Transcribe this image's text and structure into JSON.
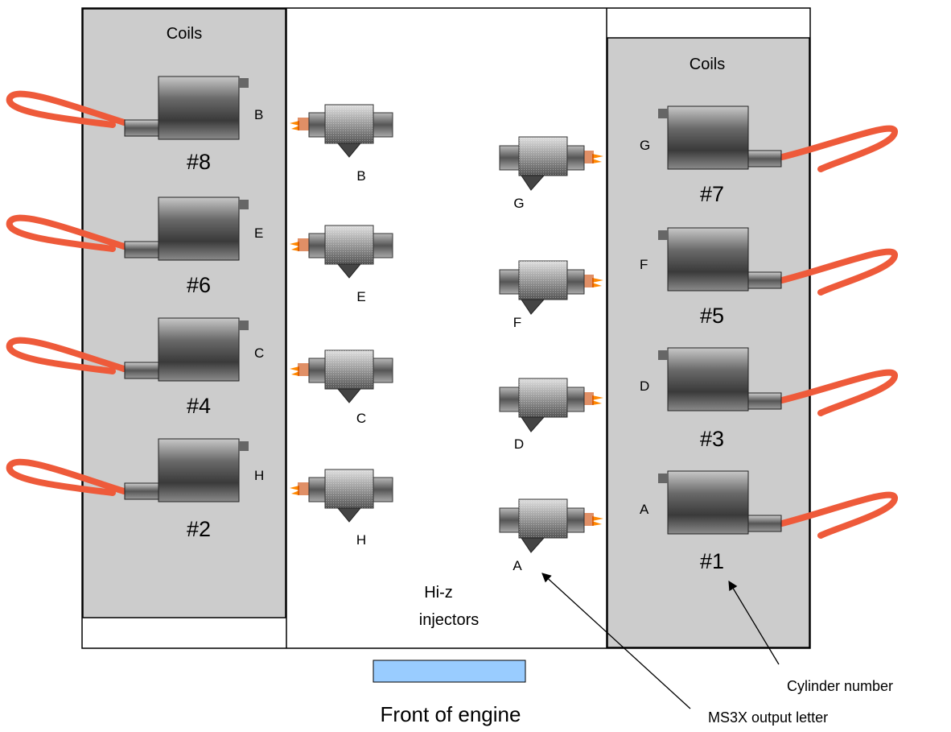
{
  "left_bank": {
    "title": "Coils",
    "coils": [
      {
        "cylinder": "#8",
        "output": "B"
      },
      {
        "cylinder": "#6",
        "output": "E"
      },
      {
        "cylinder": "#4",
        "output": "C"
      },
      {
        "cylinder": "#2",
        "output": "H"
      }
    ],
    "injectors": [
      "B",
      "E",
      "C",
      "H"
    ]
  },
  "right_bank": {
    "title": "Coils",
    "coils": [
      {
        "cylinder": "#7",
        "output": "G"
      },
      {
        "cylinder": "#5",
        "output": "F"
      },
      {
        "cylinder": "#3",
        "output": "D"
      },
      {
        "cylinder": "#1",
        "output": "A"
      }
    ],
    "injectors": [
      "G",
      "F",
      "D",
      "A"
    ]
  },
  "center_label_line1": "Hi-z",
  "center_label_line2": "injectors",
  "front_label": "Front of engine",
  "annotations": {
    "cylinder_number": "Cylinder number",
    "output_letter": "MS3X output letter"
  },
  "colors": {
    "coil_panel": "#cccccc",
    "lead_wire": "#ee5a3a",
    "front_marker": "#99ccff",
    "spray": "#ff8800"
  },
  "icons": {
    "coil": "ignition-coil-icon",
    "injector": "fuel-injector-icon",
    "lead": "spark-plug-lead-icon",
    "arrow": "arrow-pointer-icon"
  }
}
